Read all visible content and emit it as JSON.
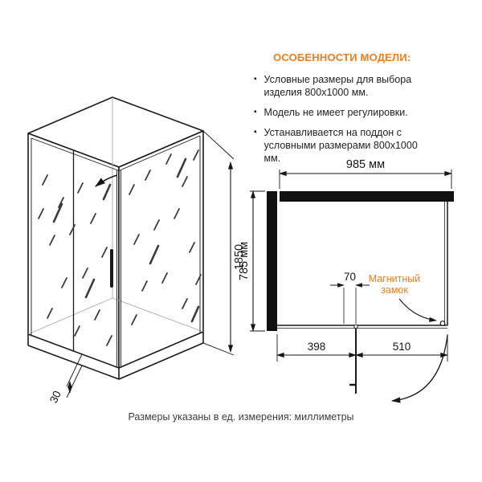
{
  "features": {
    "title": "ОСОБЕННОСТИ МОДЕЛИ:",
    "bullet": "▪",
    "items": [
      "Условные размеры для выбора изделия 800x1000 мм.",
      "Модель не имеет регулировки.",
      "Устанавливается на поддон с условными размерами 800x1000 мм."
    ]
  },
  "iso_view": {
    "height": "1850",
    "base_height": "30"
  },
  "plan_view": {
    "width": "985 мм",
    "depth": "785 мм",
    "gap": "70",
    "door": "398",
    "panel": "510",
    "lock_line1": "Магнитный",
    "lock_line2": "замок"
  },
  "footnote": "Размеры указаны в ед. измерения: миллиметры",
  "colors": {
    "accent": "#EF7F1B",
    "line": "#161616"
  }
}
